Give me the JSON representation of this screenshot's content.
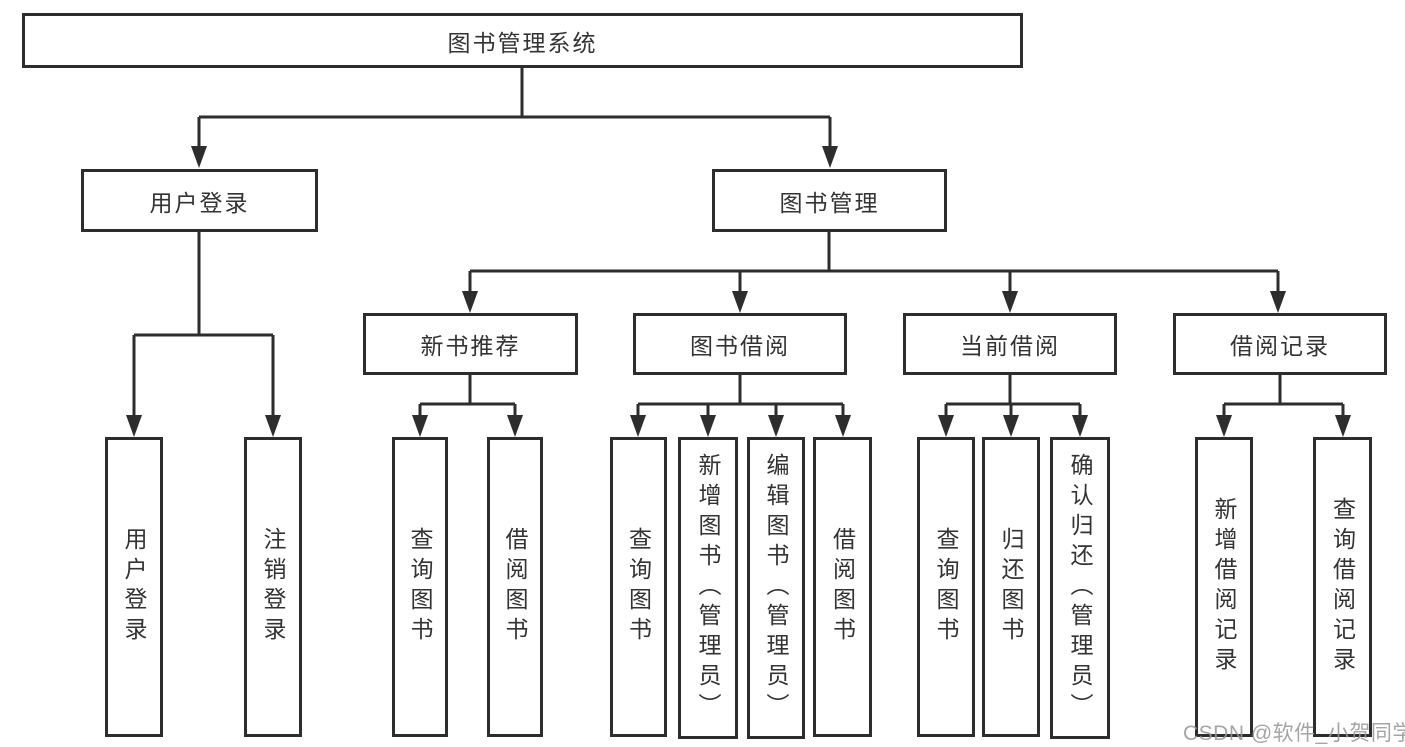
{
  "root": {
    "label": "图书管理系统"
  },
  "level2": {
    "user_login": {
      "label": "用户登录"
    },
    "book_management": {
      "label": "图书管理"
    }
  },
  "level3": {
    "new_book_recommend": {
      "label": "新书推荐"
    },
    "book_borrowing": {
      "label": "图书借阅"
    },
    "current_borrowing": {
      "label": "当前借阅"
    },
    "borrowing_records": {
      "label": "借阅记录"
    }
  },
  "leaves": {
    "user_login_group": [
      "用户登录",
      "注销登录"
    ],
    "new_book_group": [
      "查询图书",
      "借阅图书"
    ],
    "book_borrowing_group": [
      "查询图书",
      "新增图书（管理员）",
      "编辑图书（管理员）",
      "借阅图书"
    ],
    "current_borrowing_group": [
      "查询图书",
      "归还图书",
      "确认归还（管理员）"
    ],
    "borrowing_records_group": [
      "新增借阅记录",
      "查询借阅记录"
    ]
  },
  "watermark": "CSDN @软件_小贺同学",
  "colors": {
    "line": "#2d2d2d",
    "text": "#333333",
    "box_background": "#ffffff",
    "watermark": "#989898",
    "page_background": "#ffffff"
  }
}
